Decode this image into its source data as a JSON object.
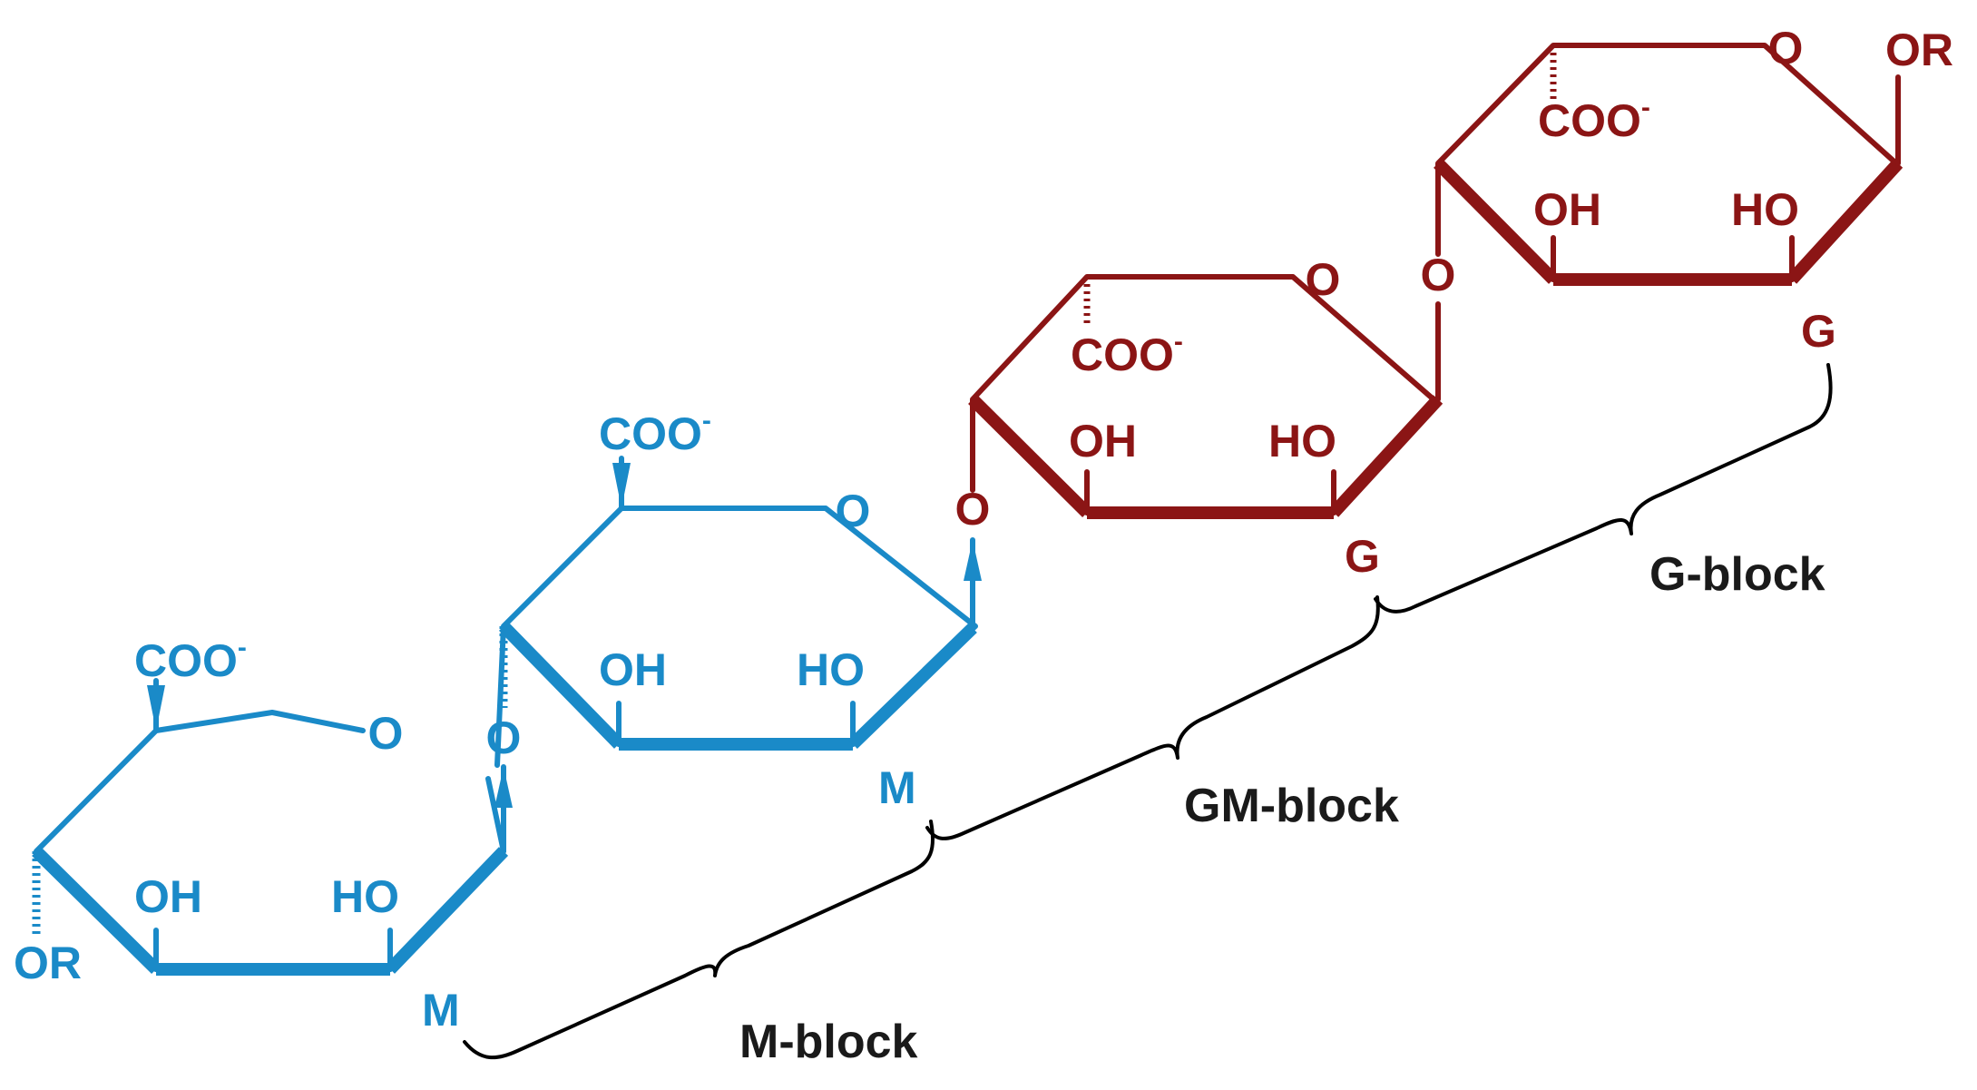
{
  "colors": {
    "mannuronate": "#1a8ac8",
    "guluronate": "#8b1515",
    "brace": "#000000"
  },
  "units": [
    {
      "ring_oxygen": "O",
      "carboxylate": "COO",
      "charge": "-",
      "oh": "OH",
      "ho": "HO",
      "substituent": "OR",
      "linkage_oxygen": "O",
      "residue": "M"
    },
    {
      "ring_oxygen": "O",
      "carboxylate": "COO",
      "charge": "-",
      "oh": "OH",
      "ho": "HO",
      "linkage_oxygen": "O",
      "residue": "M"
    },
    {
      "ring_oxygen": "O",
      "carboxylate": "COO",
      "charge": "-",
      "oh": "OH",
      "ho": "HO",
      "linkage_oxygen": "O",
      "residue": "G"
    },
    {
      "ring_oxygen": "O",
      "carboxylate": "COO",
      "charge": "-",
      "oh": "OH",
      "ho": "HO",
      "substituent": "OR",
      "residue": "G"
    }
  ],
  "blocks": {
    "m_block": "M-block",
    "gm_block": "GM-block",
    "g_block": "G-block"
  }
}
